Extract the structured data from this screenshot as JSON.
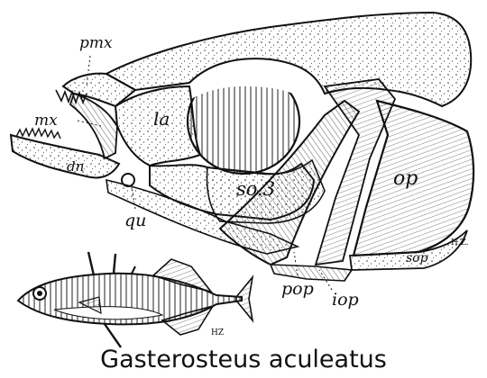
{
  "figure": {
    "caption": "Gasterosteus aculeatus",
    "signature_main": "H.Z.",
    "signature_inset": "HZ"
  },
  "labels": {
    "pmx": "pmx",
    "mx": "mx",
    "la": "la",
    "dn": "dn",
    "qu": "qu",
    "so3": "so.3",
    "op": "op",
    "sop": "sop",
    "pop": "pop",
    "iop": "iop"
  }
}
